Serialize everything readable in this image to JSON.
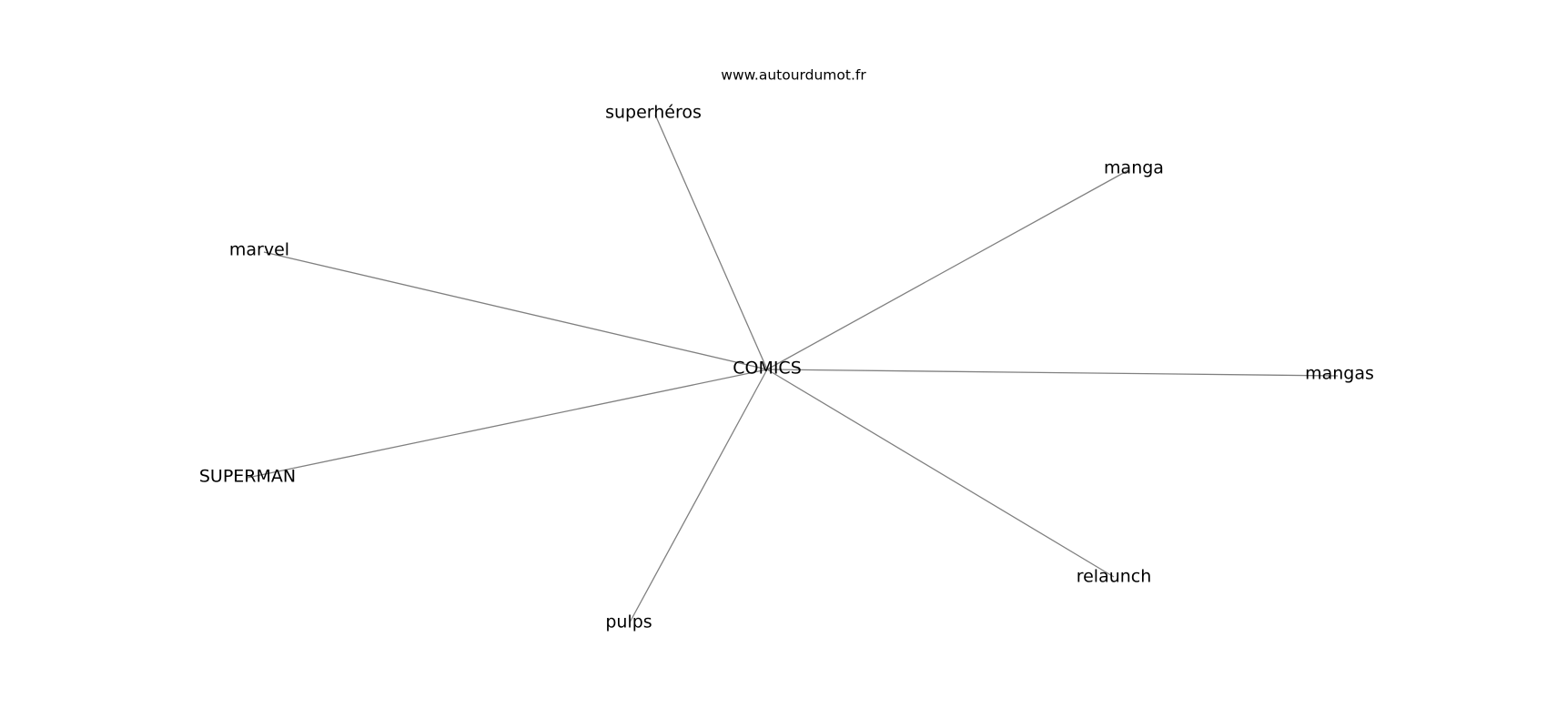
{
  "credit": "www.autourdumot.fr",
  "center": {
    "label": "COMICS"
  },
  "nodes": [
    {
      "id": "superheros",
      "label": "superhéros"
    },
    {
      "id": "manga",
      "label": "manga"
    },
    {
      "id": "marvel",
      "label": "marvel"
    },
    {
      "id": "mangas",
      "label": "mangas"
    },
    {
      "id": "superman",
      "label": "SUPERMAN"
    },
    {
      "id": "relaunch",
      "label": "relaunch"
    },
    {
      "id": "pulps",
      "label": "pulps"
    }
  ],
  "colors": {
    "edge": "#808080",
    "text": "#000000",
    "background": "#ffffff"
  }
}
